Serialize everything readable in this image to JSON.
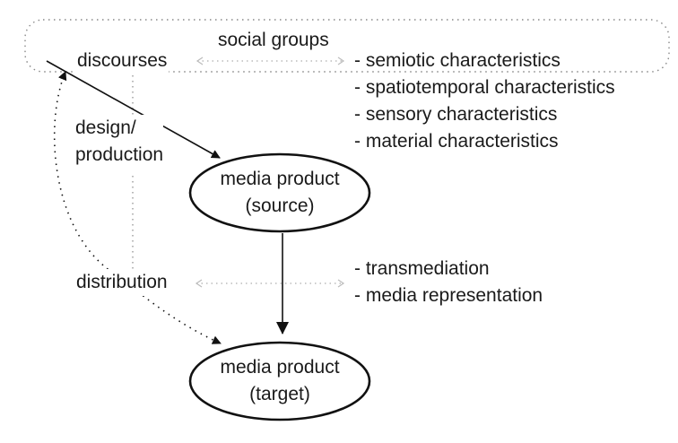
{
  "labels": {
    "social_groups": "social groups",
    "discourses": "discourses",
    "design_production": [
      "design/",
      "production"
    ],
    "distribution": "distribution"
  },
  "source_node": [
    "media product",
    "(source)"
  ],
  "target_node": [
    "media product",
    "(target)"
  ],
  "characteristics": [
    "- semiotic characteristics",
    "- spatiotemporal characteristics",
    "- sensory characteristics",
    "- material characteristics"
  ],
  "distribution_items": [
    "- transmediation",
    "- media representation"
  ]
}
